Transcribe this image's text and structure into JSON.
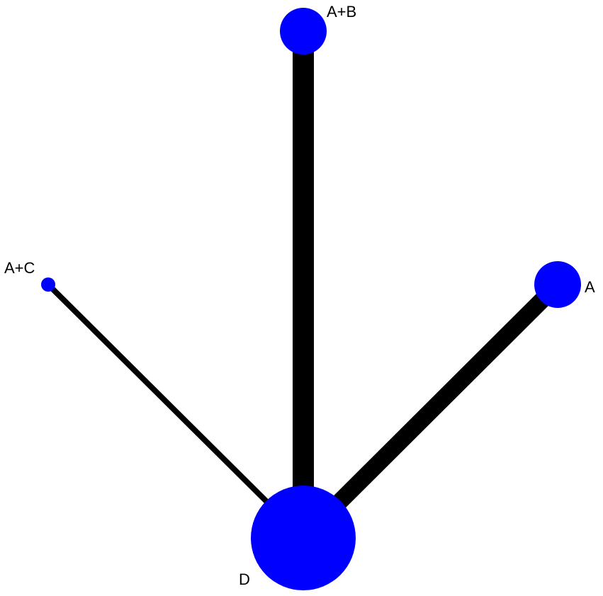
{
  "colors": {
    "node": "#0000ff",
    "edge": "#000000",
    "label": "#000000",
    "background": "#ffffff"
  },
  "nodes": [
    {
      "id": "A+B",
      "label": "A+B"
    },
    {
      "id": "A+C",
      "label": "A+C"
    },
    {
      "id": "A",
      "label": "A"
    },
    {
      "id": "D",
      "label": "D"
    }
  ],
  "edges": [
    {
      "from": "D",
      "to": "A+B"
    },
    {
      "from": "D",
      "to": "A"
    },
    {
      "from": "D",
      "to": "A+C"
    }
  ]
}
